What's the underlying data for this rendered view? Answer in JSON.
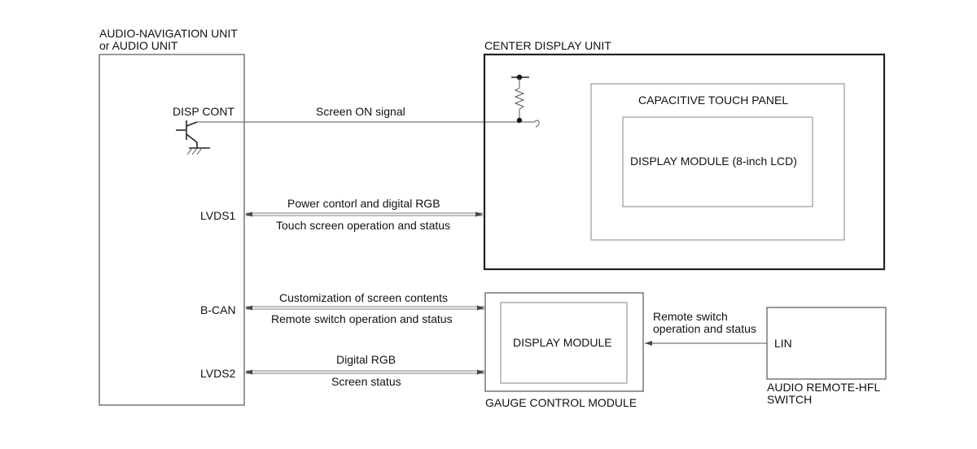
{
  "units": {
    "audio_nav_title_line1": "AUDIO-NAVIGATION UNIT",
    "audio_nav_title_line2": "or AUDIO UNIT",
    "center_display_title": "CENTER DISPLAY UNIT",
    "touch_panel_label": "CAPACITIVE TOUCH PANEL",
    "display_module_lcd_label": "DISPLAY MODULE (8-inch LCD)",
    "gauge_display_module_label": "DISPLAY MODULE",
    "gauge_control_module_title": "GAUGE CONTROL MODULE",
    "audio_remote_switch_title_line1": "AUDIO REMOTE-HFL",
    "audio_remote_switch_title_line2": "SWITCH",
    "lin_label": "LIN"
  },
  "ports": {
    "disp_cont": "DISP CONT",
    "lvds1": "LVDS1",
    "bcan": "B-CAN",
    "lvds2": "LVDS2"
  },
  "signals": {
    "screen_on": "Screen ON signal",
    "power_control_rgb": "Power contorl and digital RGB",
    "touch_screen_status": "Touch screen operation and status",
    "customization": "Customization of screen contents",
    "remote_switch_status": "Remote switch operation and status",
    "digital_rgb": "Digital RGB",
    "screen_status": "Screen status",
    "lin_signal_line1": "Remote switch",
    "lin_signal_line2": "operation and status"
  }
}
